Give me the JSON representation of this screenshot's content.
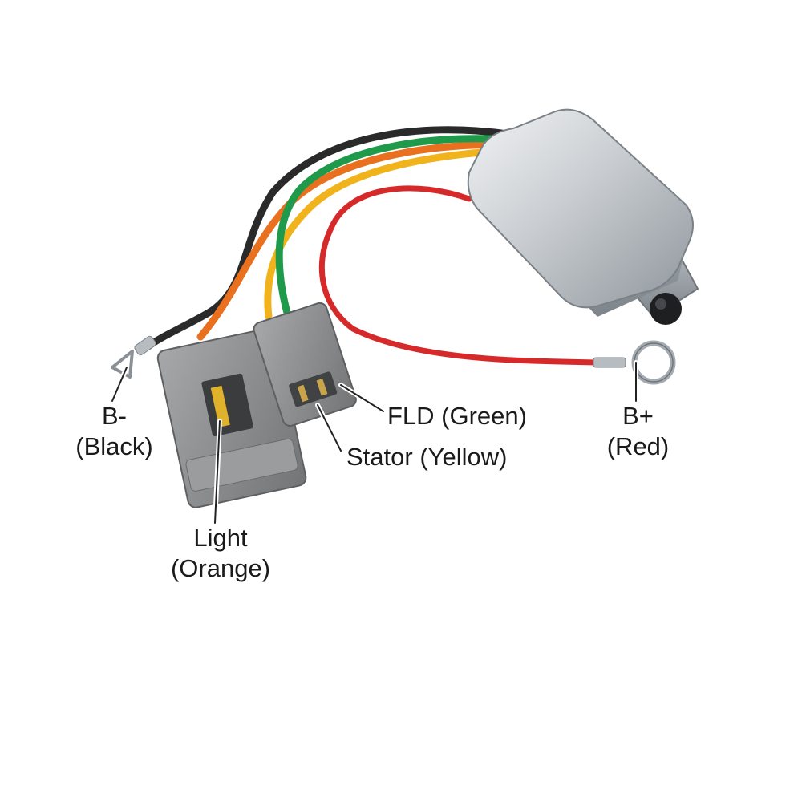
{
  "labels": {
    "b_minus": {
      "terminal": "B-",
      "color_name": "(Black)"
    },
    "light": {
      "terminal": "Light",
      "color_name": "(Orange)"
    },
    "stator": {
      "text": "Stator (Yellow)"
    },
    "fld": {
      "text": "FLD (Green)"
    },
    "b_plus": {
      "terminal": "B+",
      "color_name": "(Red)"
    }
  },
  "wire_colors": {
    "black": "#2a2a2a",
    "orange": "#e8701e",
    "yellow": "#f0b31c",
    "green": "#1f9a4a",
    "red": "#d62a2a"
  },
  "housing_color": "#c8ccd0",
  "connector_color": "#8d8f91"
}
